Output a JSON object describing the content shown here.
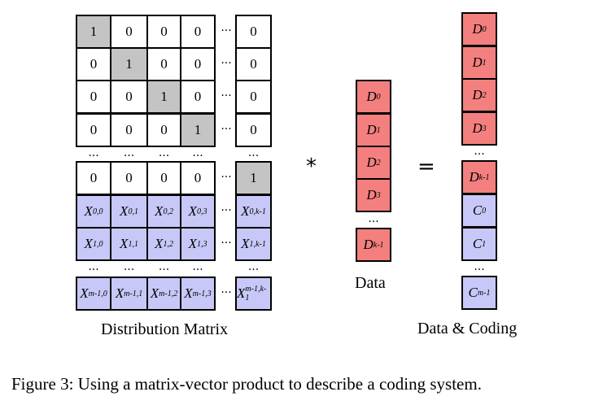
{
  "matrix": {
    "identity_rows": [
      [
        "1",
        "0",
        "0",
        "0",
        "0"
      ],
      [
        "0",
        "1",
        "0",
        "0",
        "0"
      ],
      [
        "0",
        "0",
        "1",
        "0",
        "0"
      ],
      [
        "0",
        "0",
        "0",
        "1",
        "0"
      ]
    ],
    "last_identity_row": [
      "0",
      "0",
      "0",
      "0",
      "1"
    ],
    "coding_rows": [
      [
        [
          "X",
          "0,0"
        ],
        [
          "X",
          "0,1"
        ],
        [
          "X",
          "0,2"
        ],
        [
          "X",
          "0,3"
        ],
        [
          "X",
          "0,k-1"
        ]
      ],
      [
        [
          "X",
          "1,0"
        ],
        [
          "X",
          "1,1"
        ],
        [
          "X",
          "1,2"
        ],
        [
          "X",
          "1,3"
        ],
        [
          "X",
          "1,k-1"
        ]
      ]
    ],
    "last_coding_row": [
      [
        "X",
        "m-1,0"
      ],
      [
        "X",
        "m-1,1"
      ],
      [
        "X",
        "m-1,2"
      ],
      [
        "X",
        "m-1,3"
      ],
      [
        "X",
        "m-1,k-1"
      ]
    ],
    "ellipsis_h": "···",
    "ellipsis_v": "...",
    "label": "Distribution Matrix"
  },
  "operators": {
    "multiply": "*",
    "equals": "="
  },
  "data_vector": {
    "cells": [
      [
        "D",
        "0"
      ],
      [
        "D",
        "1"
      ],
      [
        "D",
        "2"
      ],
      [
        "D",
        "3"
      ]
    ],
    "last_cell": [
      "D",
      "k-1"
    ],
    "ellipsis_v": "...",
    "label": "Data"
  },
  "result_vector": {
    "data_cells": [
      [
        "D",
        "0"
      ],
      [
        "D",
        "1"
      ],
      [
        "D",
        "2"
      ],
      [
        "D",
        "3"
      ]
    ],
    "last_data_cell": [
      "D",
      "k-1"
    ],
    "coding_cells": [
      [
        "C",
        "0"
      ],
      [
        "C",
        "1"
      ]
    ],
    "last_coding_cell": [
      "C",
      "m-1"
    ],
    "ellipsis_v": "...",
    "label": "Data & Coding"
  },
  "caption": "Figure 3: Using a matrix-vector product to describe a coding system.",
  "colors": {
    "identity_diag": "#c4c4c4",
    "coding_cells": "#c8c8f8",
    "data_cells": "#f47f7f"
  }
}
